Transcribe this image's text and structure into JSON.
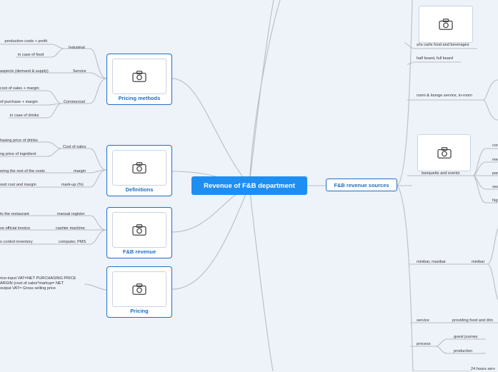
{
  "central": "Revenue of F&B department",
  "right_branch": "F&B revenue sources",
  "left_topics": {
    "pricing_methods": {
      "label": "Pricing methods",
      "industrial": "Industrial",
      "industrial_items": [
        "production costs + profit",
        "in case of food"
      ],
      "service": "Service",
      "service_items": [
        "aspects (demand & supply)"
      ],
      "commercial": "Commercial",
      "commercial_items": [
        "cost of sales + margin",
        "of purchase + margin",
        "in case of drinks"
      ]
    },
    "definitions": {
      "label": "Definitions",
      "cost_of_sales": "Cost of sales",
      "cost_of_sales_items": [
        "hasing price of drinks",
        "ng price of ingridient"
      ],
      "margin": "margin",
      "margin_items": [
        "ering the rest of the costs"
      ],
      "markup": "mark-up (%)",
      "markup_items": [
        "ood cost and margin"
      ]
    },
    "fb_revenue": {
      "label": "F&B revenue",
      "manual_register": "manual register",
      "manual_register_items": [
        "to the restaurant"
      ],
      "cashier_machine": "cashier machine",
      "cashier_machine_items": [
        "ve official invoice"
      ],
      "computer_pms": "computer, PMS",
      "computer_pms_items": [
        "o control inventory"
      ]
    },
    "pricing": {
      "label": "Pricing",
      "notes": [
        "rice-input VAT=NET PURCHASING PRICE",
        "ARGIN (cost of sales*markup= NET",
        "output VAT= Gross selling price"
      ]
    }
  },
  "right_topics": {
    "alacarte": "a'la carte food and beverages",
    "half_board": "half board, full board",
    "room_lounge": "room & lounge service, in-room",
    "banquets": "banquetts and events",
    "banquet_items": [
      "cor",
      "me",
      "par",
      "sea",
      "hig"
    ],
    "minibar": "minibar, maxibar",
    "minibar_sub": "minibar",
    "service": "service",
    "service_item": "providing food and drin",
    "process": "process",
    "process_items": [
      "guest journey",
      "production"
    ],
    "bottom_note": "24 hours serv"
  },
  "icon": "camera-icon"
}
